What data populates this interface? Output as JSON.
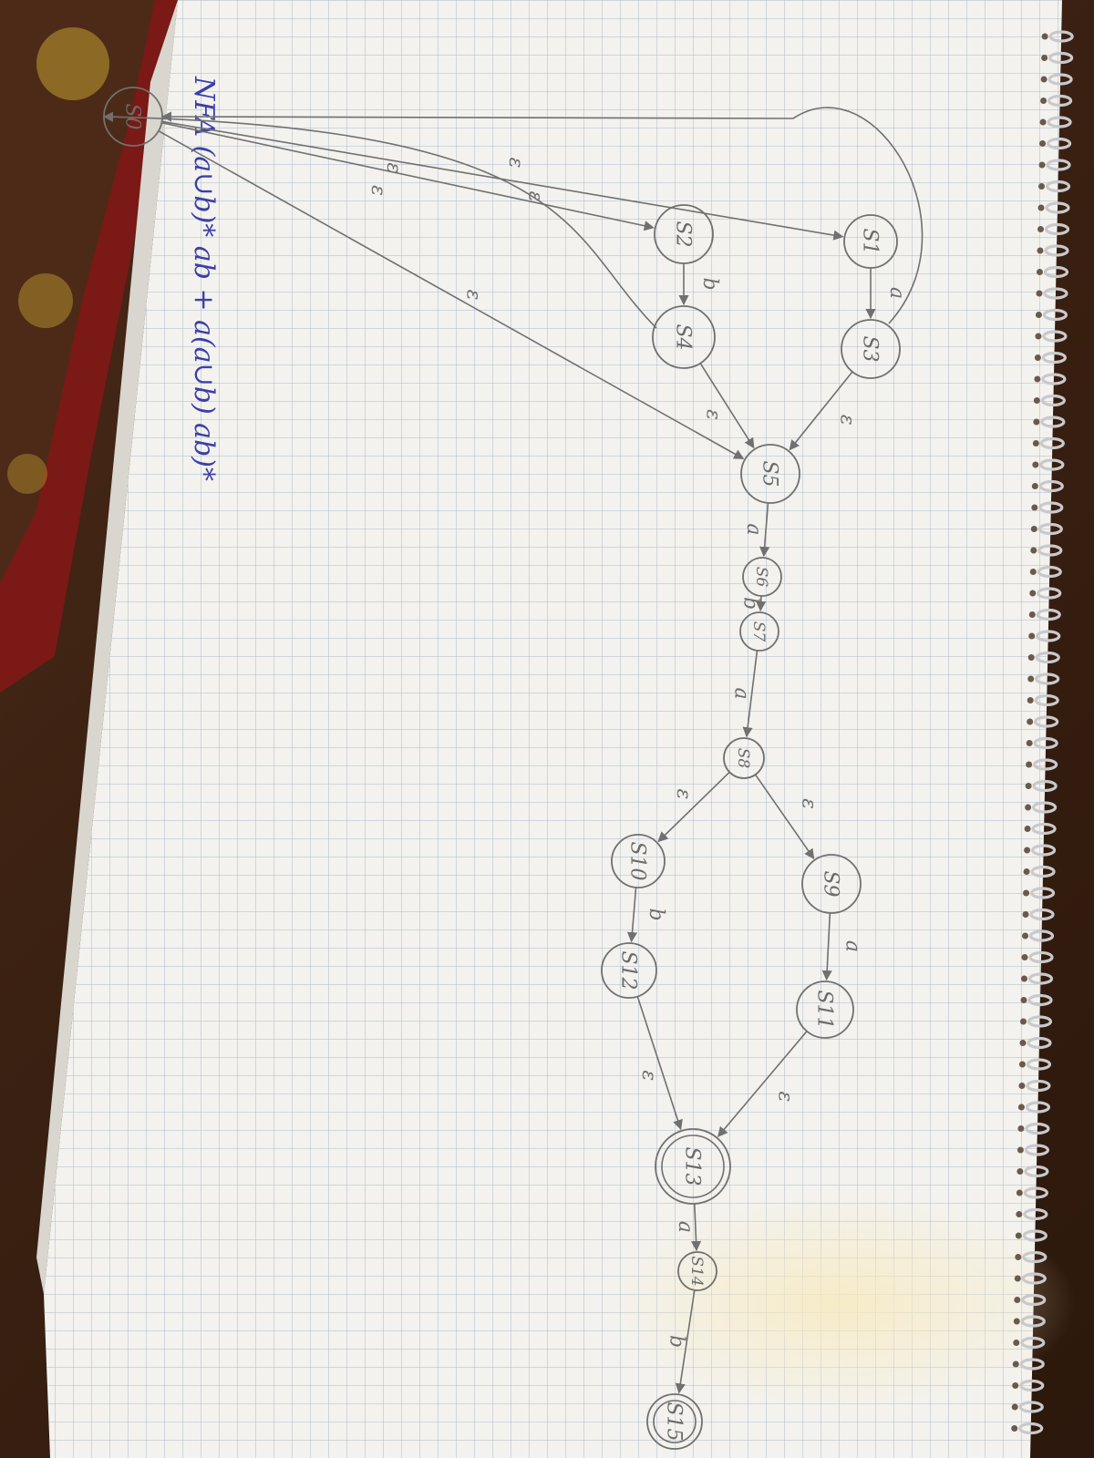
{
  "title": "NFA (a∪b)* ab + a(a∪b) ab)*",
  "states": [
    {
      "id": "s0",
      "label": "S0"
    },
    {
      "id": "s1",
      "label": "S1"
    },
    {
      "id": "s2",
      "label": "S2"
    },
    {
      "id": "s3",
      "label": "S3"
    },
    {
      "id": "s4",
      "label": "S4"
    },
    {
      "id": "s5",
      "label": "S5"
    },
    {
      "id": "s6",
      "label": "S6"
    },
    {
      "id": "s7",
      "label": "S7"
    },
    {
      "id": "s8",
      "label": "S8"
    },
    {
      "id": "s9",
      "label": "S9"
    },
    {
      "id": "s10",
      "label": "S10"
    },
    {
      "id": "s11",
      "label": "S11"
    },
    {
      "id": "s12",
      "label": "S12"
    },
    {
      "id": "s13",
      "label": "S13"
    },
    {
      "id": "s14",
      "label": "S14"
    },
    {
      "id": "s15",
      "label": "S15"
    }
  ],
  "accepting": [
    "s13",
    "s15"
  ],
  "transitions": [
    {
      "from": "s0",
      "to": "s1",
      "label": "ε"
    },
    {
      "from": "s0",
      "to": "s2",
      "label": "ε"
    },
    {
      "from": "s1",
      "to": "s3",
      "label": "a"
    },
    {
      "from": "s2",
      "to": "s4",
      "label": "b"
    },
    {
      "from": "s3",
      "to": "s5",
      "label": "ε"
    },
    {
      "from": "s4",
      "to": "s5",
      "label": "ε"
    },
    {
      "from": "s0",
      "to": "s5",
      "label": "ε"
    },
    {
      "from": "s3",
      "to": "s0",
      "label": "ε"
    },
    {
      "from": "s4",
      "to": "s0",
      "label": "ε"
    },
    {
      "from": "s5",
      "to": "s6",
      "label": "a"
    },
    {
      "from": "s6",
      "to": "s7",
      "label": "b"
    },
    {
      "from": "s7",
      "to": "s8",
      "label": "a"
    },
    {
      "from": "s8",
      "to": "s9",
      "label": "ε"
    },
    {
      "from": "s8",
      "to": "s10",
      "label": "ε"
    },
    {
      "from": "s9",
      "to": "s11",
      "label": "a"
    },
    {
      "from": "s10",
      "to": "s12",
      "label": "b"
    },
    {
      "from": "s11",
      "to": "s13",
      "label": "ε"
    },
    {
      "from": "s12",
      "to": "s13",
      "label": "ε"
    },
    {
      "from": "s13",
      "to": "s14",
      "label": "a"
    },
    {
      "from": "s14",
      "to": "s15",
      "label": "b"
    }
  ],
  "colors": {
    "paper": "#f4f3f0",
    "grid": "#9aa8b8",
    "pencil": "#707070",
    "ink": "#3b3fa8",
    "wood": "#3b2112",
    "rug": "#8a1c18"
  }
}
